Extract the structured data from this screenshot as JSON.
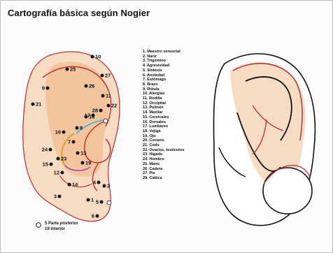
{
  "title": "Cartografía básica según Nogier",
  "legend": [
    "1. Maestro sensorial",
    "2. Nariz",
    "3. Trigémino",
    "4. Agresividad",
    "5. Síntesis",
    "6. Ansiedad",
    "7. Estómago",
    "8. Brazo",
    "9. Rótula",
    "10. Alergias",
    "11. Rodilla",
    "12. Occipital",
    "13. Pulmón",
    "14. Maxilar",
    "15. Cervicales",
    "16. Dorsales",
    "17. Lumbares",
    "18. Vejiga",
    "19. Ojo",
    "20. Cocaxis",
    "21. Codo",
    "22. Ovarios, testículos",
    "23. Hígado",
    "24. Hombro",
    "25. Mano",
    "26. Cadera",
    "27. Pie",
    "28. Ciática"
  ],
  "points": [
    {
      "label": "10"
    },
    {
      "label": "25"
    },
    {
      "label": "27"
    },
    {
      "label": "9"
    },
    {
      "label": "26"
    },
    {
      "label": "21"
    },
    {
      "label": "11"
    },
    {
      "label": "17"
    },
    {
      "label": "28"
    },
    {
      "label": "22"
    },
    {
      "label": "8"
    },
    {
      "label": "18"
    },
    {
      "label": "16"
    },
    {
      "label": "24"
    },
    {
      "label": "7"
    },
    {
      "label": "13"
    },
    {
      "label": "15"
    },
    {
      "label": "23"
    },
    {
      "label": "19"
    },
    {
      "label": "12"
    },
    {
      "label": "14"
    },
    {
      "label": "4"
    },
    {
      "label": "2"
    },
    {
      "label": "3"
    },
    {
      "label": "1"
    },
    {
      "label": "5"
    },
    {
      "label": "6"
    }
  ],
  "footnote": {
    "line1": "5   Parte posterior",
    "line2": "19  Interior"
  },
  "colors": {
    "ear_fill": "#f7dcc4",
    "inner_fill": "#f2c59e",
    "red_line": "#c0282b",
    "dark_line": "#111111",
    "point": "#111111",
    "blue_line": "#4db8c9",
    "orange_line": "#e4962a",
    "purple_line": "#9b4fb1"
  }
}
